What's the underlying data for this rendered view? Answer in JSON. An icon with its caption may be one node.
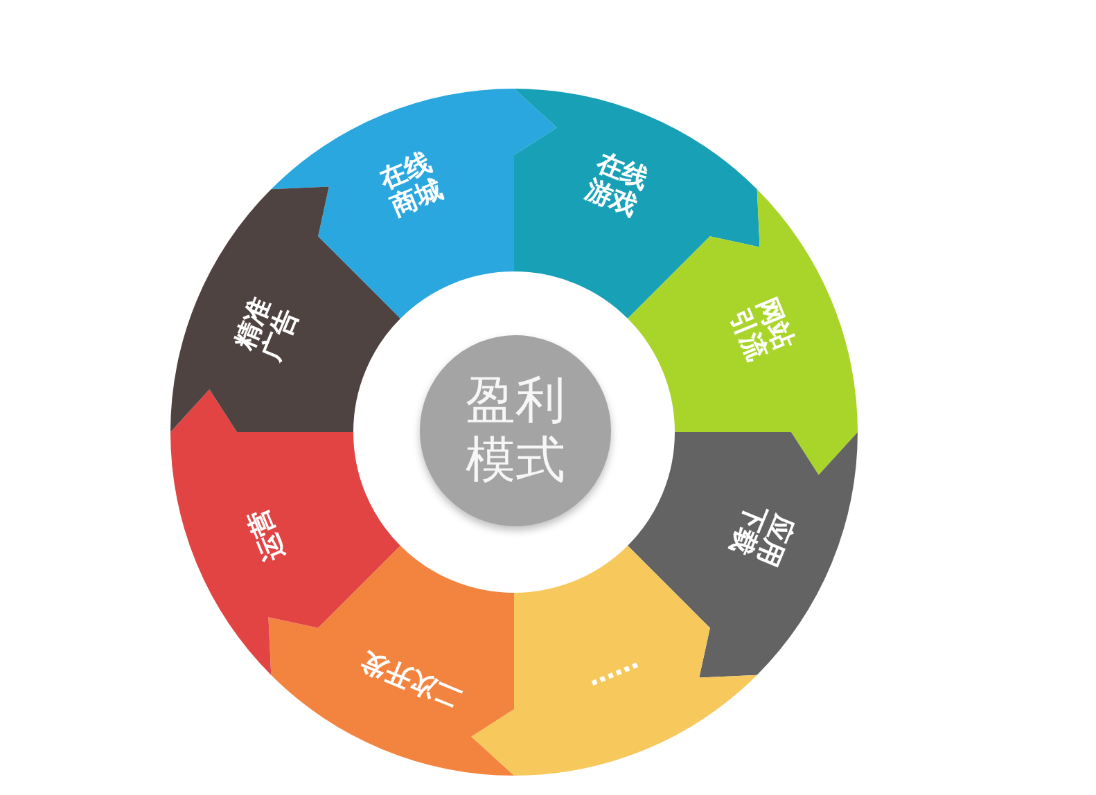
{
  "diagram": {
    "nodes": [
      {
        "text": [
          "盈利模式"
        ]
      },
      {
        "text": [
          "在线商城"
        ]
      },
      {
        "text": [
          "在线游戏"
        ]
      },
      {
        "text": [
          "网站引流"
        ]
      },
      {
        "text": [
          "应用下载"
        ]
      },
      {
        "text": [
          "……"
        ]
      },
      {
        "text": [
          "二次开发"
        ]
      },
      {
        "text": [
          "运营"
        ]
      },
      {
        "text": [
          "精准广告"
        ]
      }
    ]
  }
}
